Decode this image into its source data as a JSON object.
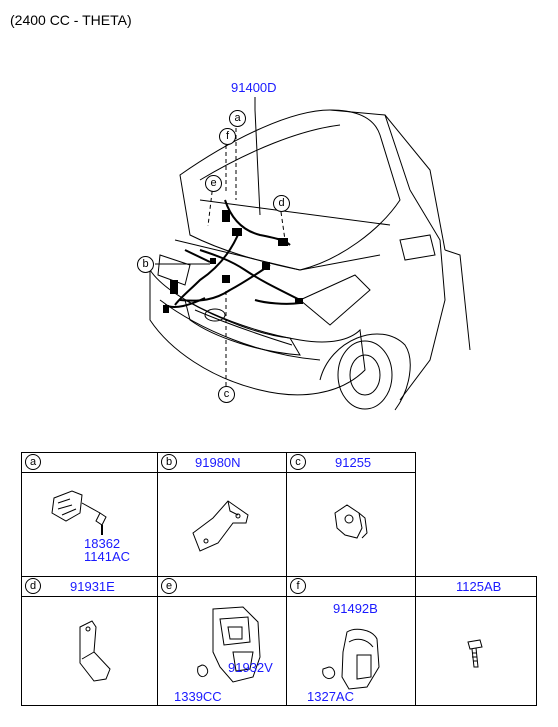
{
  "header": {
    "title": "(2400 CC - THETA)"
  },
  "main_diagram": {
    "main_part": "91400D",
    "callouts": [
      "a",
      "f",
      "e",
      "d",
      "b",
      "c"
    ]
  },
  "parts_table": [
    {
      "letter": "a",
      "part": "",
      "labels": [
        "18362",
        "1141AC"
      ],
      "icon": "sensor-bracket-icon"
    },
    {
      "letter": "b",
      "part": "91980N",
      "labels": [],
      "icon": "bent-bracket-icon"
    },
    {
      "letter": "c",
      "part": "91255",
      "labels": [],
      "icon": "clip-icon"
    },
    {
      "letter": "d",
      "part": "91931E",
      "labels": [],
      "icon": "l-bracket-icon"
    },
    {
      "letter": "e",
      "part": "",
      "labels": [
        "91932V",
        "1339CC"
      ],
      "icon": "relay-bracket-icon"
    },
    {
      "letter": "f",
      "part": "91492B",
      "labels": [
        "1327AC"
      ],
      "icon": "cover-bracket-icon"
    },
    {
      "letter": "",
      "part": "1125AB",
      "labels": [],
      "icon": "bolt-icon"
    }
  ],
  "colors": {
    "part_number": "#1a1aff",
    "lines": "#000000"
  }
}
